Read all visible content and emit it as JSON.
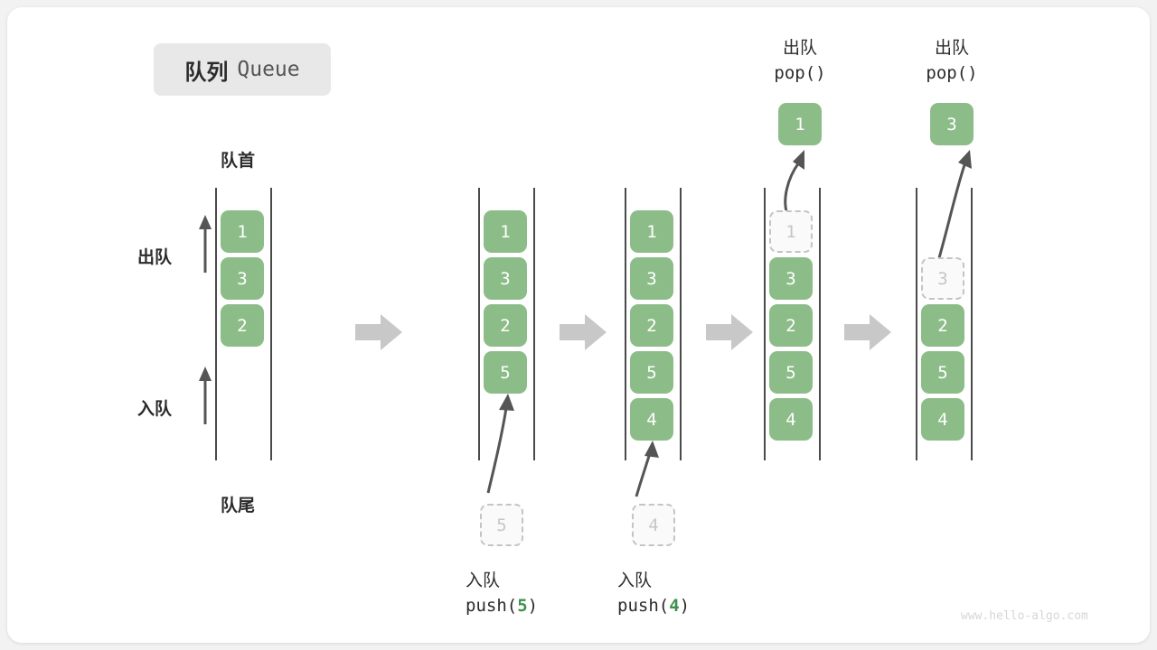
{
  "title": {
    "cn": "队列",
    "en": "Queue"
  },
  "labels": {
    "head": "队首",
    "tail": "队尾",
    "dequeue": "出队",
    "enqueue": "入队"
  },
  "colors": {
    "element": "#8cbd88",
    "ghost_border": "#c4c4c4",
    "ghost_fill": "#fafafa",
    "rail": "#4a4a4a",
    "step_arrow": "#c8c8c8",
    "badge_bg": "#e8e8e8",
    "code_highlight": "#3d9150",
    "card_bg": "#ffffff",
    "page_bg": "#f2f2f2"
  },
  "steps": [
    {
      "id": "initial",
      "items": [
        "1",
        "3",
        "2"
      ],
      "ghost": null,
      "caption_cn": "",
      "caption_code": "",
      "popped": null
    },
    {
      "id": "push-5",
      "items": [
        "1",
        "3",
        "2",
        "5"
      ],
      "ghost": {
        "value": "5",
        "position": "below"
      },
      "caption_cn": "入队",
      "caption_code": "push(5)",
      "caption_code_prefix": "push(",
      "caption_code_arg": "5",
      "caption_code_suffix": ")",
      "popped": null
    },
    {
      "id": "push-4",
      "items": [
        "1",
        "3",
        "2",
        "5",
        "4"
      ],
      "ghost": {
        "value": "4",
        "position": "below"
      },
      "caption_cn": "入队",
      "caption_code": "push(4)",
      "caption_code_prefix": "push(",
      "caption_code_arg": "4",
      "caption_code_suffix": ")",
      "popped": null
    },
    {
      "id": "pop-1",
      "items": [
        "3",
        "2",
        "5",
        "4"
      ],
      "ghost": {
        "value": "1",
        "position": "slot0"
      },
      "caption_cn": "出队",
      "caption_code": "pop()",
      "caption_code_prefix": "pop(",
      "caption_code_arg": "",
      "caption_code_suffix": ")",
      "popped": {
        "value": "1"
      }
    },
    {
      "id": "pop-3",
      "items": [
        "2",
        "5",
        "4"
      ],
      "ghost": {
        "value": "3",
        "position": "slot1"
      },
      "caption_cn": "出队",
      "caption_code": "pop()",
      "caption_code_prefix": "pop(",
      "caption_code_arg": "",
      "caption_code_suffix": ")",
      "popped": {
        "value": "3"
      }
    }
  ],
  "step_arrows": 4,
  "watermark": "www.hello-algo.com"
}
